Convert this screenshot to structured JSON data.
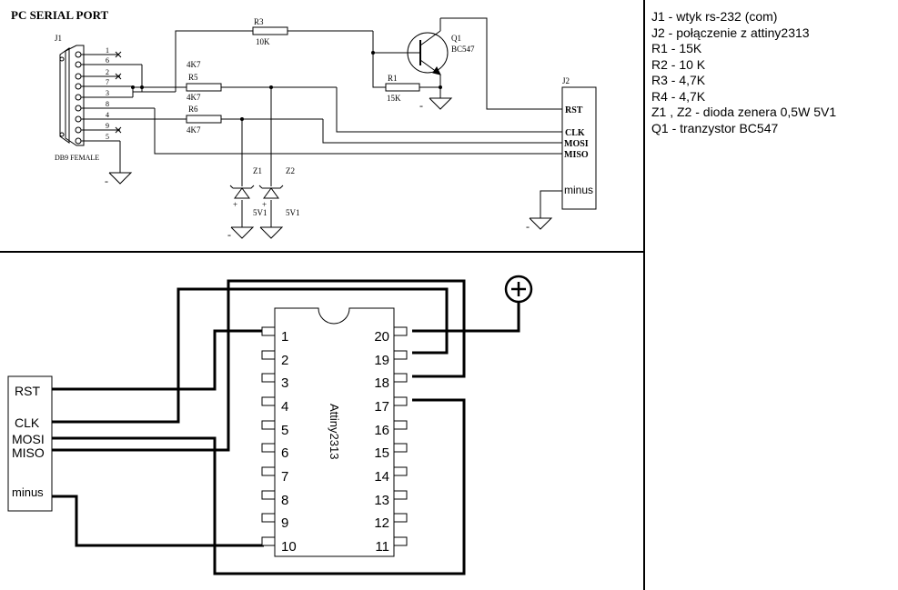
{
  "title": "PC SERIAL PORT",
  "connector": {
    "ref": "J1",
    "name": "DB9 FEMALE",
    "pins": [
      "1",
      "6",
      "2",
      "7",
      "3",
      "8",
      "4",
      "9",
      "5"
    ]
  },
  "resistors": {
    "r3": {
      "ref": "R3",
      "value": "10K"
    },
    "r1": {
      "ref": "R1",
      "value": "15K"
    },
    "r5": {
      "ref": "R5",
      "value": "4K7"
    },
    "r6": {
      "ref": "R6",
      "value": "4K7"
    },
    "r2": {
      "value": "4K7"
    }
  },
  "transistor": {
    "ref": "Q1",
    "type": "BC547"
  },
  "header_top": {
    "ref": "J2",
    "pins": [
      "RST",
      "CLK",
      "MOSI",
      "MISO",
      "minus"
    ]
  },
  "zeners": [
    {
      "ref": "Z1",
      "value": "5V1"
    },
    {
      "ref": "Z2",
      "value": "5V1"
    }
  ],
  "ground_marks": {
    "minus": "-",
    "plus": "+"
  },
  "legend": [
    "J1 - wtyk rs-232 (com)",
    "J2 - połączenie z attiny2313",
    "R1 - 15K",
    "R2 - 10 K",
    "R3 - 4,7K",
    "R4 - 4,7K",
    "Z1 , Z2 - dioda zenera 0,5W 5V1",
    "Q1 - tranzystor BC547"
  ],
  "chip": {
    "name": "Attiny2313",
    "left_pins": [
      "1",
      "2",
      "3",
      "4",
      "5",
      "6",
      "7",
      "8",
      "9",
      "10"
    ],
    "right_pins": [
      "20",
      "19",
      "18",
      "17",
      "16",
      "15",
      "14",
      "13",
      "12",
      "11"
    ]
  },
  "header_bottom": {
    "pins": [
      "RST",
      "CLK",
      "MOSI",
      "MISO",
      "minus"
    ]
  },
  "power_symbol": "plus-circle-icon"
}
